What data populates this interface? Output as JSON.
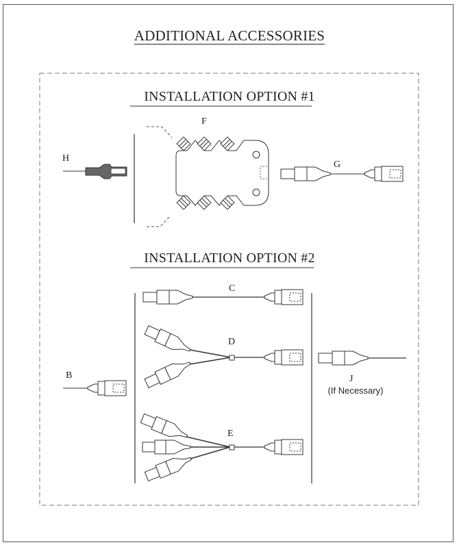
{
  "title": "ADDITIONAL ACCESSORIES",
  "option1": {
    "heading": "INSTALLATION OPTION #1",
    "labels": {
      "H": "H",
      "F": "F",
      "G": "G"
    }
  },
  "option2": {
    "heading": "INSTALLATION OPTION #2",
    "labels": {
      "B": "B",
      "C": "C",
      "D": "D",
      "E": "E",
      "J": "J",
      "J_note": "(If Necessary)"
    }
  }
}
